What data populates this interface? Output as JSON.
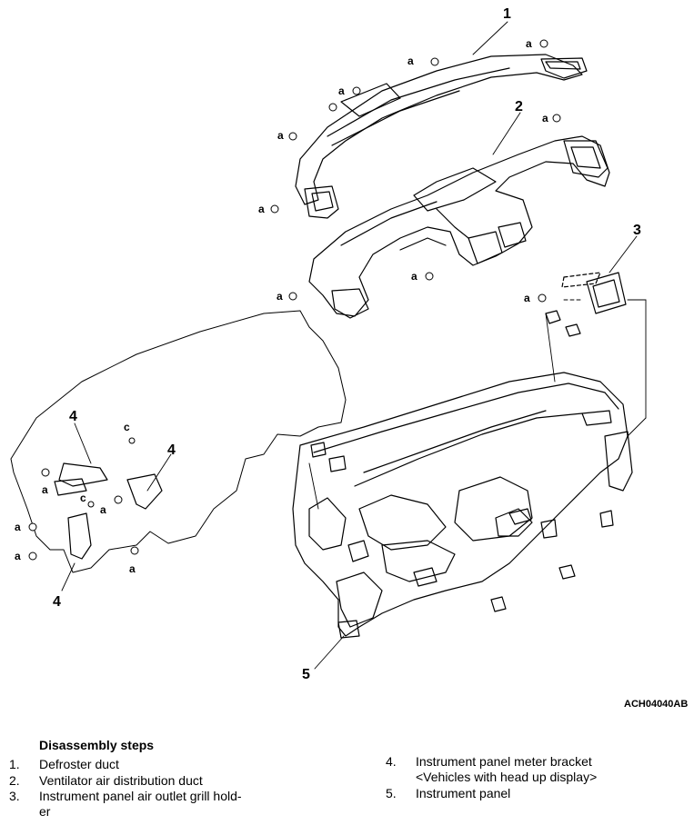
{
  "figure": {
    "callouts": [
      "1",
      "2",
      "3",
      "4",
      "4",
      "4",
      "5"
    ],
    "fastener_labels": {
      "a": "a",
      "c": "c"
    },
    "figure_id": "ACH04040AB"
  },
  "steps": {
    "title": "Disassembly steps",
    "items": [
      {
        "num": "1.",
        "text": "Defroster duct"
      },
      {
        "num": "2.",
        "text": "Ventilator air distribution duct"
      },
      {
        "num": "3.",
        "text": "Instrument panel air outlet grill hold-",
        "text2": "er"
      },
      {
        "num": "4.",
        "text": "Instrument panel meter bracket",
        "text2": "<Vehicles with head up display>"
      },
      {
        "num": "5.",
        "text": "Instrument panel"
      }
    ]
  }
}
